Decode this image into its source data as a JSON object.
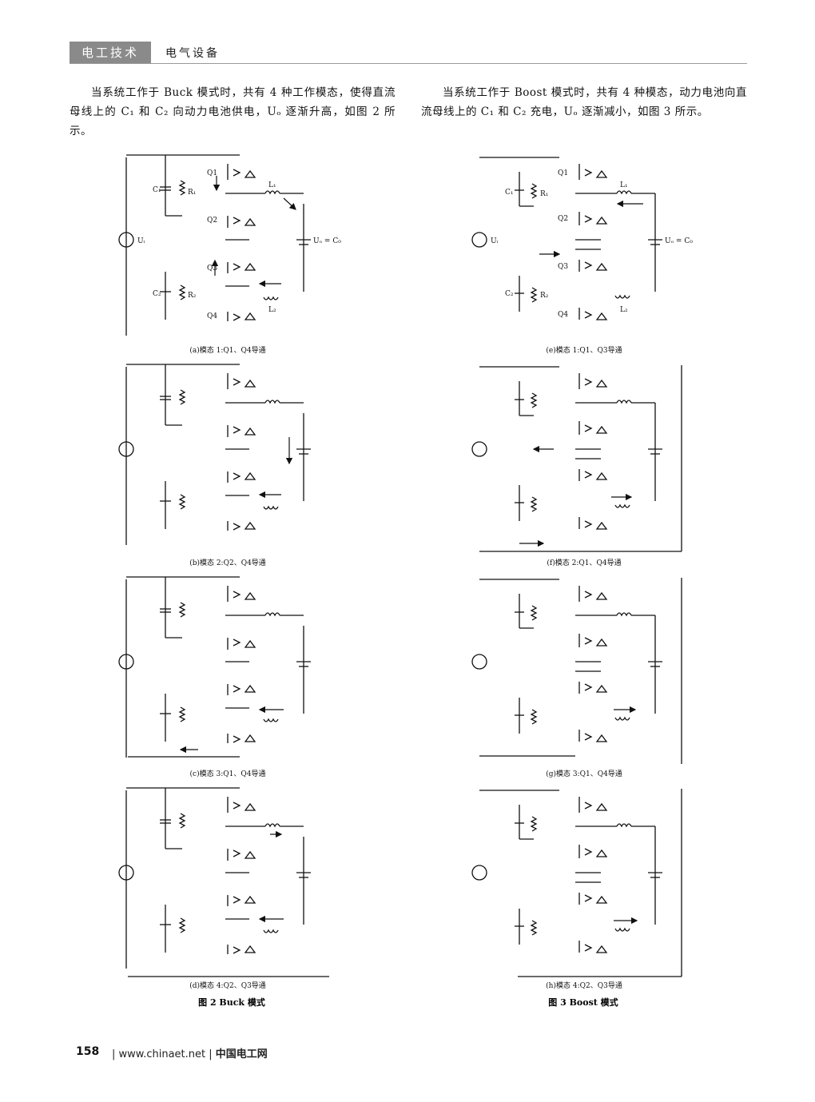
{
  "header": {
    "journal": "电工技术",
    "section": "电气设备"
  },
  "text": {
    "left_para": "当系统工作于 Buck 模式时，共有 4 种工作模态，使得直流母线上的 C₁ 和 C₂ 向动力电池供电，Uₒ 逐渐升高，如图 2 所示。",
    "right_para": "当系统工作于 Boost 模式时，共有 4 种模态，动力电池向直流母线上的 C₁ 和 C₂ 充电，Uₒ 逐渐减小，如图 3 所示。"
  },
  "labels": {
    "q1": "Q1",
    "q2": "Q2",
    "q3": "Q3",
    "q4": "Q4",
    "c1": "C₁",
    "c2": "C₂",
    "r1": "R₁",
    "r2": "R₂",
    "l1": "L₁",
    "l2": "L₂",
    "ui": "Uᵢ",
    "uo_c0": "Uₒ = C₀"
  },
  "fig2": {
    "caption": "图 2  Buck 模式",
    "sub": [
      "(a)模态 1:Q1、Q4导通",
      "(b)模态 2:Q2、Q4导通",
      "(c)模态 3:Q1、Q4导通",
      "(d)模态 4:Q2、Q3导通"
    ]
  },
  "fig3": {
    "caption": "图 3  Boost 模式",
    "sub": [
      "(e)模态 1:Q1、Q3导通",
      "(f)模态 2:Q1、Q4导通",
      "(g)模态 3:Q1、Q4导通",
      "(h)模态 4:Q2、Q3导通"
    ]
  },
  "footer": {
    "page": "158",
    "url": "| www.chinaet.net |",
    "site": "中国电工网"
  }
}
